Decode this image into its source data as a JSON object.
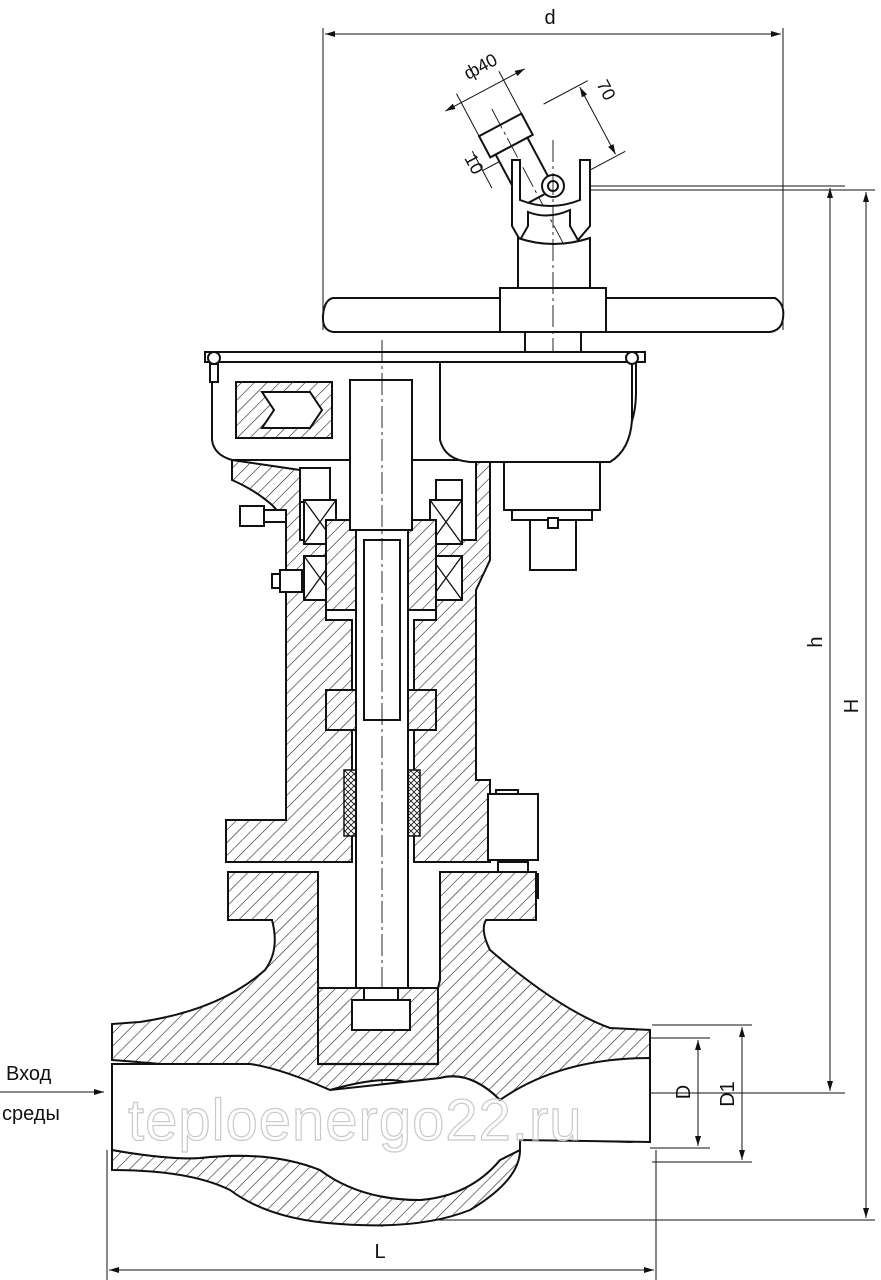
{
  "labels": {
    "d": "d",
    "phi40": "ф40",
    "dim70": "70",
    "dim10": "10",
    "h": "h",
    "H": "H",
    "D": "D",
    "D1": "D1",
    "L": "L",
    "inlet_line1": "Вход",
    "inlet_line2": "среды"
  },
  "watermark": "teploenergo22.ru",
  "colors": {
    "line": "#111111",
    "metal": "#cfcfcf",
    "hatch": "#111111",
    "watermark": "#c9c9c9"
  }
}
